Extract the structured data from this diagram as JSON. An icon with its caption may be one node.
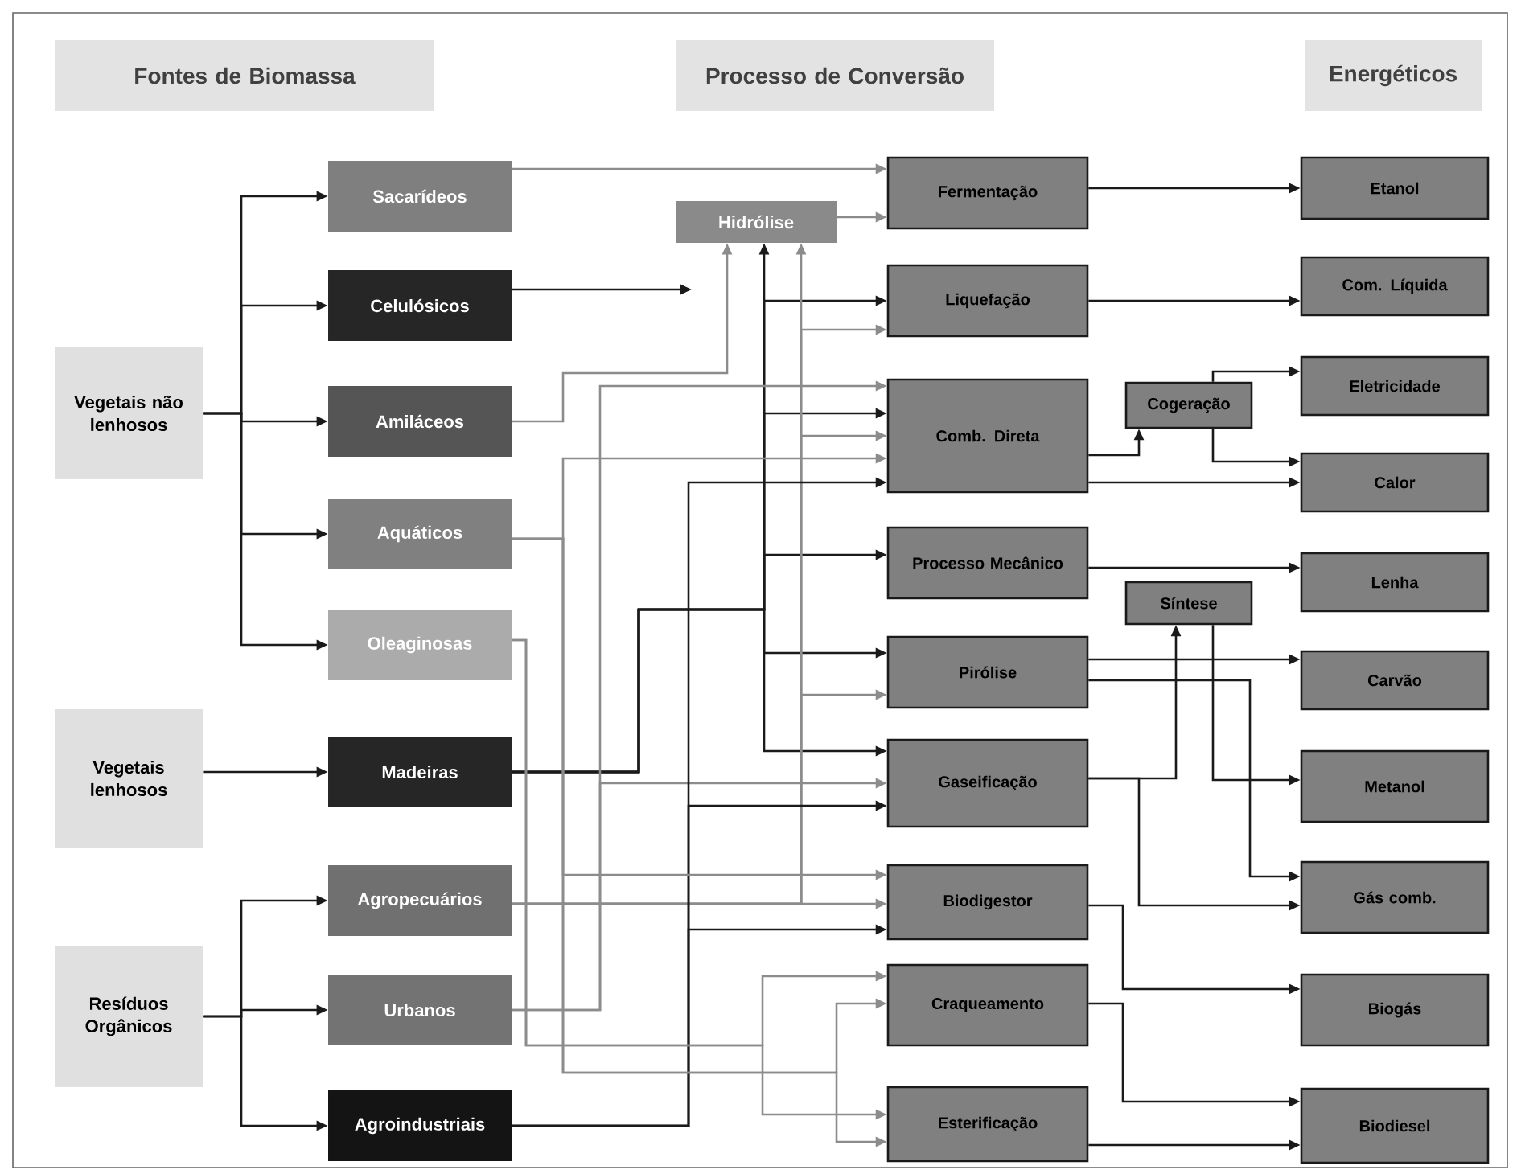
{
  "diagram": {
    "nodes": [
      {
        "text": [
          "Fontes de Biomassa"
        ]
      },
      {
        "text": [
          "Processo de Conversão"
        ]
      },
      {
        "text": [
          "Energéticos"
        ]
      },
      {
        "text": [
          "Vegetais não lenhosos"
        ]
      },
      {
        "text": [
          "Vegetais lenhosos"
        ]
      },
      {
        "text": [
          "Resíduos Orgânicos"
        ]
      },
      {
        "text": [
          "Sacarídeos"
        ]
      },
      {
        "text": [
          "Celulósicos"
        ]
      },
      {
        "text": [
          "Amiláceos"
        ]
      },
      {
        "text": [
          "Aquáticos"
        ]
      },
      {
        "text": [
          "Oleaginosas"
        ]
      },
      {
        "text": [
          "Madeiras"
        ]
      },
      {
        "text": [
          "Agropecuários"
        ]
      },
      {
        "text": [
          "Urbanos"
        ]
      },
      {
        "text": [
          "Agroindustriais"
        ]
      },
      {
        "text": [
          "Hidrólise"
        ]
      },
      {
        "text": [
          "Fermentação"
        ]
      },
      {
        "text": [
          "Liquefação"
        ]
      },
      {
        "text": [
          "Comb. Direta"
        ]
      },
      {
        "text": [
          "Processo Mecânico"
        ]
      },
      {
        "text": [
          "Pirólise"
        ]
      },
      {
        "text": [
          "Gaseificação"
        ]
      },
      {
        "text": [
          "Biodigestor"
        ]
      },
      {
        "text": [
          "Craqueamento"
        ]
      },
      {
        "text": [
          "Esterificação"
        ]
      },
      {
        "text": [
          "Cogeração"
        ]
      },
      {
        "text": [
          "Síntese"
        ]
      },
      {
        "text": [
          "Etanol"
        ]
      },
      {
        "text": [
          "Com. Líquida"
        ]
      },
      {
        "text": [
          "Eletricidade"
        ]
      },
      {
        "text": [
          "Calor"
        ]
      },
      {
        "text": [
          "Lenha"
        ]
      },
      {
        "text": [
          "Carvão"
        ]
      },
      {
        "text": [
          "Metanol"
        ]
      },
      {
        "text": [
          "Gás comb."
        ]
      },
      {
        "text": [
          "Biogás"
        ]
      },
      {
        "text": [
          "Biodiesel"
        ]
      }
    ],
    "edges": [
      {
        "from": 3,
        "to": 6,
        "arrow": "to"
      },
      {
        "from": 3,
        "to": 7,
        "arrow": "to"
      },
      {
        "from": 3,
        "to": 8,
        "arrow": "to"
      },
      {
        "from": 3,
        "to": 9,
        "arrow": "to"
      },
      {
        "from": 3,
        "to": 10,
        "arrow": "to"
      },
      {
        "from": 4,
        "to": 11,
        "arrow": "to"
      },
      {
        "from": 5,
        "to": 12,
        "arrow": "to"
      },
      {
        "from": 5,
        "to": 13,
        "arrow": "to"
      },
      {
        "from": 5,
        "to": 14,
        "arrow": "to"
      },
      {
        "from": 6,
        "to": 16,
        "arrow": "to",
        "color": "#8c8c8c"
      },
      {
        "from": 15,
        "to": 16,
        "arrow": "to",
        "color": "#8c8c8c"
      },
      {
        "from": 7,
        "to": null,
        "arrow": "to"
      },
      {
        "from": 8,
        "to": 15,
        "arrow": "to",
        "color": "#8c8c8c"
      },
      {
        "from": 11,
        "to": 15,
        "arrow": "to"
      },
      {
        "from": 11,
        "to": 17,
        "arrow": "to"
      },
      {
        "from": 11,
        "to": 18,
        "arrow": "to"
      },
      {
        "from": 11,
        "to": 19,
        "arrow": "to"
      },
      {
        "from": 11,
        "to": 20,
        "arrow": "to"
      },
      {
        "from": 11,
        "to": 21,
        "arrow": "to"
      },
      {
        "from": 12,
        "to": 22,
        "arrow": "to",
        "color": "#8c8c8c"
      },
      {
        "from": 12,
        "to": 15,
        "arrow": "to",
        "color": "#8c8c8c"
      },
      {
        "from": 12,
        "to": 17,
        "arrow": "to",
        "color": "#8c8c8c"
      },
      {
        "from": 12,
        "to": 18,
        "arrow": "to",
        "color": "#8c8c8c"
      },
      {
        "from": 12,
        "to": 20,
        "arrow": "to",
        "color": "#8c8c8c"
      },
      {
        "from": 13,
        "to": 18,
        "arrow": "to",
        "color": "#8c8c8c"
      },
      {
        "from": 13,
        "to": 21,
        "arrow": "to",
        "color": "#8c8c8c"
      },
      {
        "from": 14,
        "to": 18,
        "arrow": "to"
      },
      {
        "from": 14,
        "to": 21,
        "arrow": "to"
      },
      {
        "from": 14,
        "to": 22,
        "arrow": "to"
      },
      {
        "from": 9,
        "to": 18,
        "arrow": "to",
        "color": "#8c8c8c"
      },
      {
        "from": 9,
        "to": 22,
        "arrow": "to",
        "color": "#8c8c8c"
      },
      {
        "from": 9,
        "to": 23,
        "arrow": "to",
        "color": "#8c8c8c"
      },
      {
        "from": 9,
        "to": 24,
        "arrow": "to",
        "color": "#8c8c8c"
      },
      {
        "from": 10,
        "to": 23,
        "arrow": "to",
        "color": "#8c8c8c"
      },
      {
        "from": 10,
        "to": 24,
        "arrow": "to",
        "color": "#8c8c8c"
      },
      {
        "from": 16,
        "to": 27,
        "arrow": "to"
      },
      {
        "from": 17,
        "to": 28,
        "arrow": "to"
      },
      {
        "from": 18,
        "to": 25,
        "arrow": "to"
      },
      {
        "from": 18,
        "to": 30,
        "arrow": "to"
      },
      {
        "from": 25,
        "to": 29,
        "arrow": "to"
      },
      {
        "from": 25,
        "to": 30,
        "arrow": "to"
      },
      {
        "from": 19,
        "to": 31,
        "arrow": "to"
      },
      {
        "from": 20,
        "to": 32,
        "arrow": "to"
      },
      {
        "from": 20,
        "to": 34,
        "arrow": "to"
      },
      {
        "from": 21,
        "to": 26,
        "arrow": "to"
      },
      {
        "from": 21,
        "to": 34,
        "arrow": "to"
      },
      {
        "from": 26,
        "to": 33,
        "arrow": "to"
      },
      {
        "from": 22,
        "to": 35,
        "arrow": "to"
      },
      {
        "from": 23,
        "to": 36,
        "arrow": "to"
      },
      {
        "from": 24,
        "to": 36,
        "arrow": "to"
      }
    ]
  }
}
